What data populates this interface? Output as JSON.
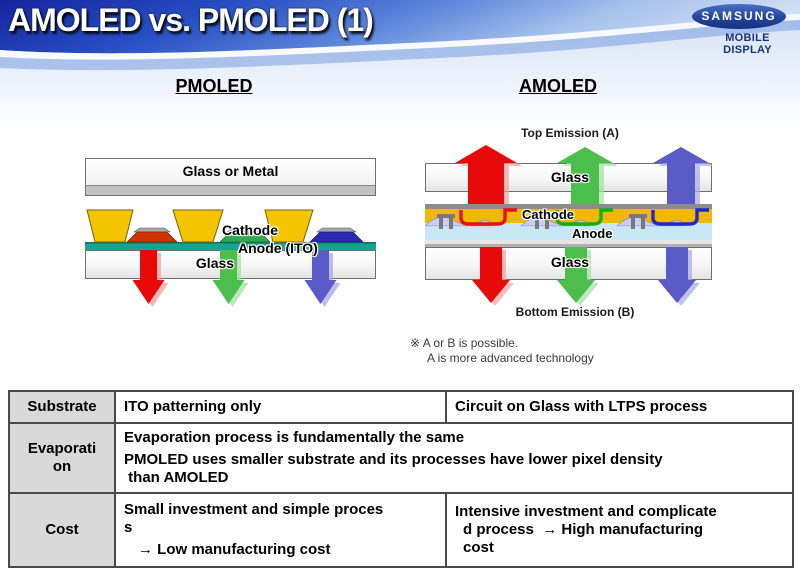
{
  "header": {
    "title": "AMOLED vs. PMOLED (1)",
    "logo": {
      "brand": "SAMSUNG",
      "division": "MOBILE DISPLAY"
    }
  },
  "diagrams": {
    "pmoled": {
      "heading": "PMOLED",
      "top_layer_label": "Glass or Metal",
      "cathode_label": "Cathode",
      "anode_label": "Anode (ITO)",
      "glass_label": "Glass"
    },
    "amoled": {
      "heading": "AMOLED",
      "top_emission_label": "Top Emission (A)",
      "top_glass_label": "Glass",
      "cathode_label": "Cathode",
      "anode_label": "Anode",
      "bottom_glass_label": "Glass",
      "bottom_emission_label": "Bottom Emission (B)"
    },
    "note": {
      "mark": "※",
      "line1": "A or B is possible.",
      "line2": "A is more advanced technology"
    }
  },
  "colors": {
    "emission_red": "#e80a0a",
    "emission_green": "#4cbe4c",
    "emission_blue": "#5a5ac8",
    "anode_teal": "#17a291",
    "separator_yellow": "#f5c400",
    "table_header_bg": "#d9d9d9",
    "header_navy": "#16249e",
    "logo_blue": "#24459e"
  },
  "table": {
    "rows": [
      {
        "label_lines": [
          "Substrate"
        ],
        "pmoled": [
          "ITO patterning only"
        ],
        "amoled": [
          "Circuit on Glass with LTPS process"
        ]
      },
      {
        "label_lines": [
          "Evaporati",
          "on"
        ],
        "merged": [
          "Evaporation process is fundamentally the same",
          "PMOLED uses smaller substrate and its processes have lower pixel density",
          " than AMOLED"
        ]
      },
      {
        "label_lines": [
          "Cost"
        ],
        "pmoled": [
          "Small investment and simple proces",
          "s",
          "→ Low manufacturing cost"
        ],
        "amoled": [
          "Intensive investment and complicate",
          "d process  → High manufacturing",
          "cost"
        ]
      }
    ]
  }
}
